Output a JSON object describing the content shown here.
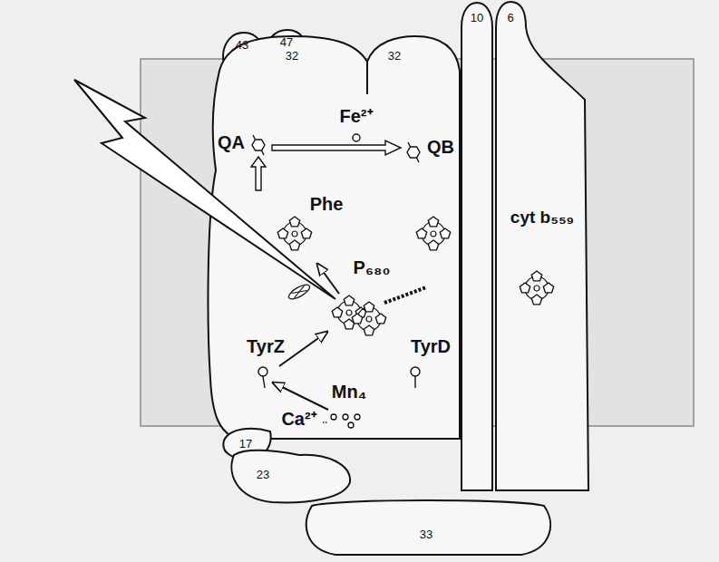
{
  "diagram": {
    "nodes": [
      {
        "text": [
          "43"
        ]
      },
      {
        "text": [
          "47"
        ]
      },
      {
        "text": [
          "32"
        ]
      },
      {
        "text": [
          "32"
        ]
      },
      {
        "text": [
          "10"
        ]
      },
      {
        "text": [
          "6"
        ]
      },
      {
        "text": [
          "17"
        ]
      },
      {
        "text": [
          "23"
        ]
      },
      {
        "text": [
          "33"
        ]
      }
    ],
    "labels": [
      "Fe²⁺",
      "QA",
      "QB",
      "Phe",
      "P₆₈₀",
      "cyt b₅₅₉",
      "TyrZ",
      "TyrD",
      "Mn₄",
      "Ca²⁺"
    ]
  }
}
